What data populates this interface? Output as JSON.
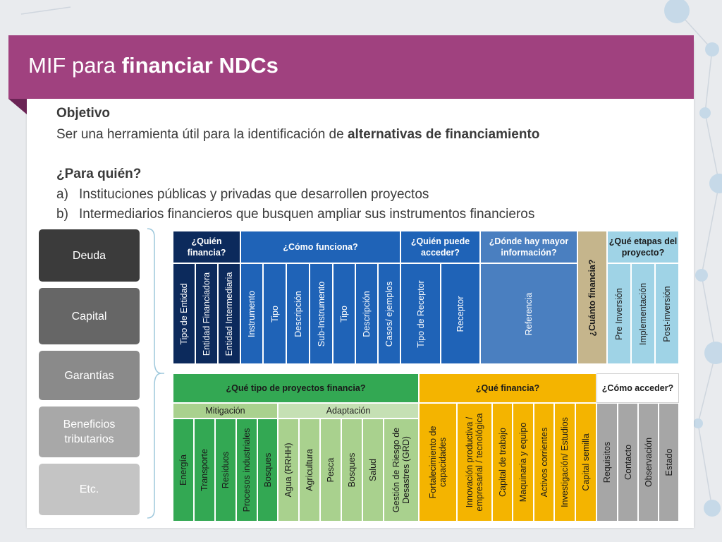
{
  "header": {
    "title_plain": "MIF para",
    "title_bold": "financiar NDCs"
  },
  "objective": {
    "heading": "Objetivo",
    "text_prefix": "Ser una herramienta útil para la identificación de",
    "text_bold": "alternativas de financiamiento"
  },
  "audience": {
    "heading": "¿Para quién?",
    "items": [
      {
        "marker": "a)",
        "text": "Instituciones públicas y privadas que desarrollen proyectos"
      },
      {
        "marker": "b)",
        "text": "Intermediarios financieros que busquen ampliar sus instrumentos financieros"
      }
    ]
  },
  "instruments": [
    "Deuda",
    "Capital",
    "Garantías",
    "Beneficios tributarios",
    "Etc."
  ],
  "table_top": {
    "groups": [
      "¿Quién financia?",
      "¿Cómo funciona?",
      "¿Quién puede acceder?",
      "¿Dónde hay mayor información?",
      "¿Cuánto financia?",
      "¿Qué etapas del proyecto?"
    ],
    "quien_financia": [
      "Tipo de Entidad",
      "Entidad Financiadora",
      "Entidad Intermediaria"
    ],
    "como_funciona": [
      "Instrumento",
      "Tipo",
      "Descripción",
      "Sub-Instrumento",
      "Tipo",
      "Descripción",
      "Casos/ ejemplos"
    ],
    "quien_accede": [
      "Tipo de Receptor",
      "Receptor"
    ],
    "donde_info": [
      "Referencia"
    ],
    "etapas": [
      "Pre Inversión",
      "Implementación",
      "Post-inversión"
    ]
  },
  "table_bottom": {
    "groups": [
      "¿Qué tipo de proyectos financia?",
      "¿Qué financia?",
      "¿Cómo acceder?"
    ],
    "subgroups": [
      "Mitigación",
      "Adaptación"
    ],
    "mitigacion": [
      "Energía",
      "Transporte",
      "Residuos",
      "Procesos industriales",
      "Bosques"
    ],
    "adaptacion": [
      "Agua (RRHH)",
      "Agricultura",
      "Pesca",
      "Bosques",
      "Salud",
      "Gestión de Riesgo de Desastres (GRD)"
    ],
    "que_financia": [
      "Fortalecimiento de capacidades",
      "Innovación productiva / empresarial / tecnológica",
      "Capital de trabajo",
      "Maquinaria y equipo",
      "Activos corrientes",
      "Investigación/ Estudios",
      "Capital semilla"
    ],
    "como_acceder": [
      "Requisitos",
      "Contacto",
      "Observación",
      "Estado"
    ]
  },
  "colors": {
    "banner": "#a0417f",
    "navy": "#0c2a5c",
    "blue": "#1f63b7",
    "steel_blue": "#4a7fc0",
    "tan": "#c5b58c",
    "light_blue": "#9fd3e6",
    "green": "#33a853",
    "light_green": "#a9d18e",
    "yellow": "#f4b400",
    "gray": "#a6a6a6"
  }
}
